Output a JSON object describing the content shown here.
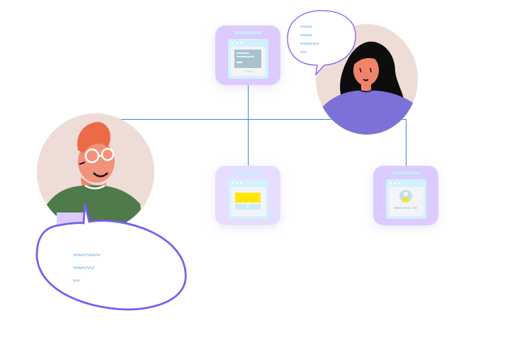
{
  "diagram": {
    "title": "Users connected to web page wireframes",
    "colors": {
      "connector": "#2b8ae0",
      "card_purple": "#dccbff",
      "card_lavender": "#e6ddff",
      "bubble_stroke": "#7b5df0",
      "scribble_text": "#2b8ae0",
      "avatar_bg": "#eeddd6",
      "male_shirt": "#4f7a4a",
      "male_hair": "#ea6b45",
      "female_shirt": "#7c71d6",
      "skin": "#f0846a"
    },
    "nodes": [
      {
        "id": "card-dashboard",
        "type": "wireframe-card",
        "variant": "text-panel"
      },
      {
        "id": "card-carousel",
        "type": "wireframe-card",
        "variant": "slider-banner"
      },
      {
        "id": "card-profile",
        "type": "wireframe-card",
        "variant": "user-profile"
      },
      {
        "id": "user-male",
        "type": "avatar",
        "description": "man with red hair and glasses, green shirt"
      },
      {
        "id": "user-female",
        "type": "avatar",
        "description": "woman with black hair, purple shirt"
      }
    ],
    "bubbles": [
      {
        "id": "bubble-male",
        "lines": [
          "〰〰 〰〰",
          "〰〰 〰",
          "〰"
        ],
        "content": "placeholder scribble text"
      },
      {
        "id": "bubble-female",
        "lines": [
          "〰〰",
          "〰〰",
          "〰〰 〰",
          "〰"
        ],
        "content": "placeholder scribble text"
      }
    ],
    "edges": [
      {
        "from": "user-male",
        "to": "user-female"
      },
      {
        "from": "card-dashboard",
        "to": "card-carousel"
      },
      {
        "from": "user-female",
        "to": "card-profile"
      }
    ]
  }
}
